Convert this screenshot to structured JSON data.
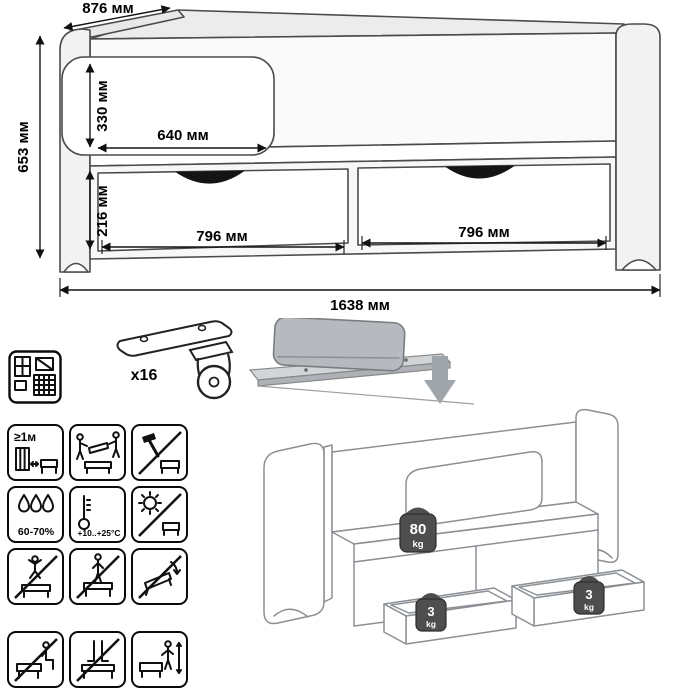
{
  "dims": {
    "top_depth": "876 мм",
    "height": "653 мм",
    "rail_height": "330 мм",
    "rail_length": "640 мм",
    "drawer_height": "216 мм",
    "drawer_left": "796 мм",
    "drawer_right": "796 мм",
    "total_length": "1638 мм"
  },
  "hardware": {
    "caster_qty": "x16"
  },
  "warnings": {
    "min_distance": "≥1м",
    "humidity": "60-70%",
    "temperature": "+10..+25°С"
  },
  "loads": {
    "bed": {
      "value": "80",
      "unit": "kg"
    },
    "drawer_left": {
      "value": "3",
      "unit": "kg"
    },
    "drawer_right": {
      "value": "3",
      "unit": "kg"
    }
  }
}
